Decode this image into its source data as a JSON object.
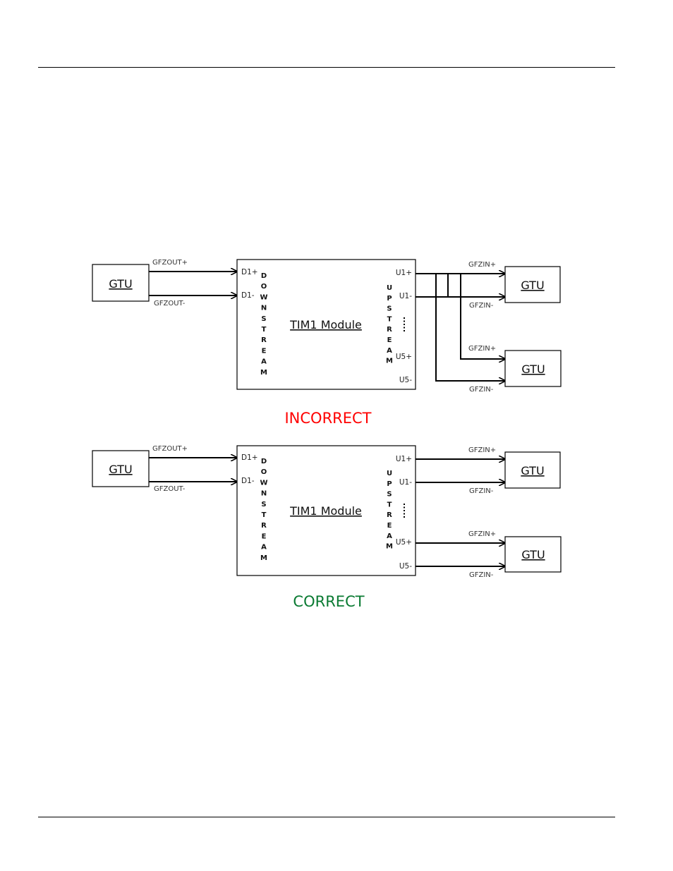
{
  "diagrams": [
    {
      "id": "incorrect",
      "left_gtu": "GTU",
      "module": "TIM1 Module",
      "downstream": "DOWNSTREAM",
      "upstream": "UPSTREAM",
      "pins_left": [
        "D1+",
        "D1-"
      ],
      "pins_right": [
        "U1+",
        "U1-",
        "U5+",
        "U5-"
      ],
      "wire_left": [
        "GFZOUT+",
        "GFZOUT-"
      ],
      "right_gtus": [
        "GTU",
        "GTU"
      ],
      "wire_right": [
        "GFZIN+",
        "GFZIN-",
        "GFZIN+",
        "GFZIN-"
      ],
      "verdict": "INCORRECT",
      "verdict_color": "#ff0000"
    },
    {
      "id": "correct",
      "left_gtu": "GTU",
      "module": "TIM1 Module",
      "downstream": "DOWNSTREAM",
      "upstream": "UPSTREAM",
      "pins_left": [
        "D1+",
        "D1-"
      ],
      "pins_right": [
        "U1+",
        "U1-",
        "U5+",
        "U5-"
      ],
      "wire_left": [
        "GFZOUT+",
        "GFZOUT-"
      ],
      "right_gtus": [
        "GTU",
        "GTU"
      ],
      "wire_right": [
        "GFZIN+",
        "GFZIN-",
        "GFZIN+",
        "GFZIN-"
      ],
      "verdict": "CORRECT",
      "verdict_color": "#0a7a32"
    }
  ]
}
